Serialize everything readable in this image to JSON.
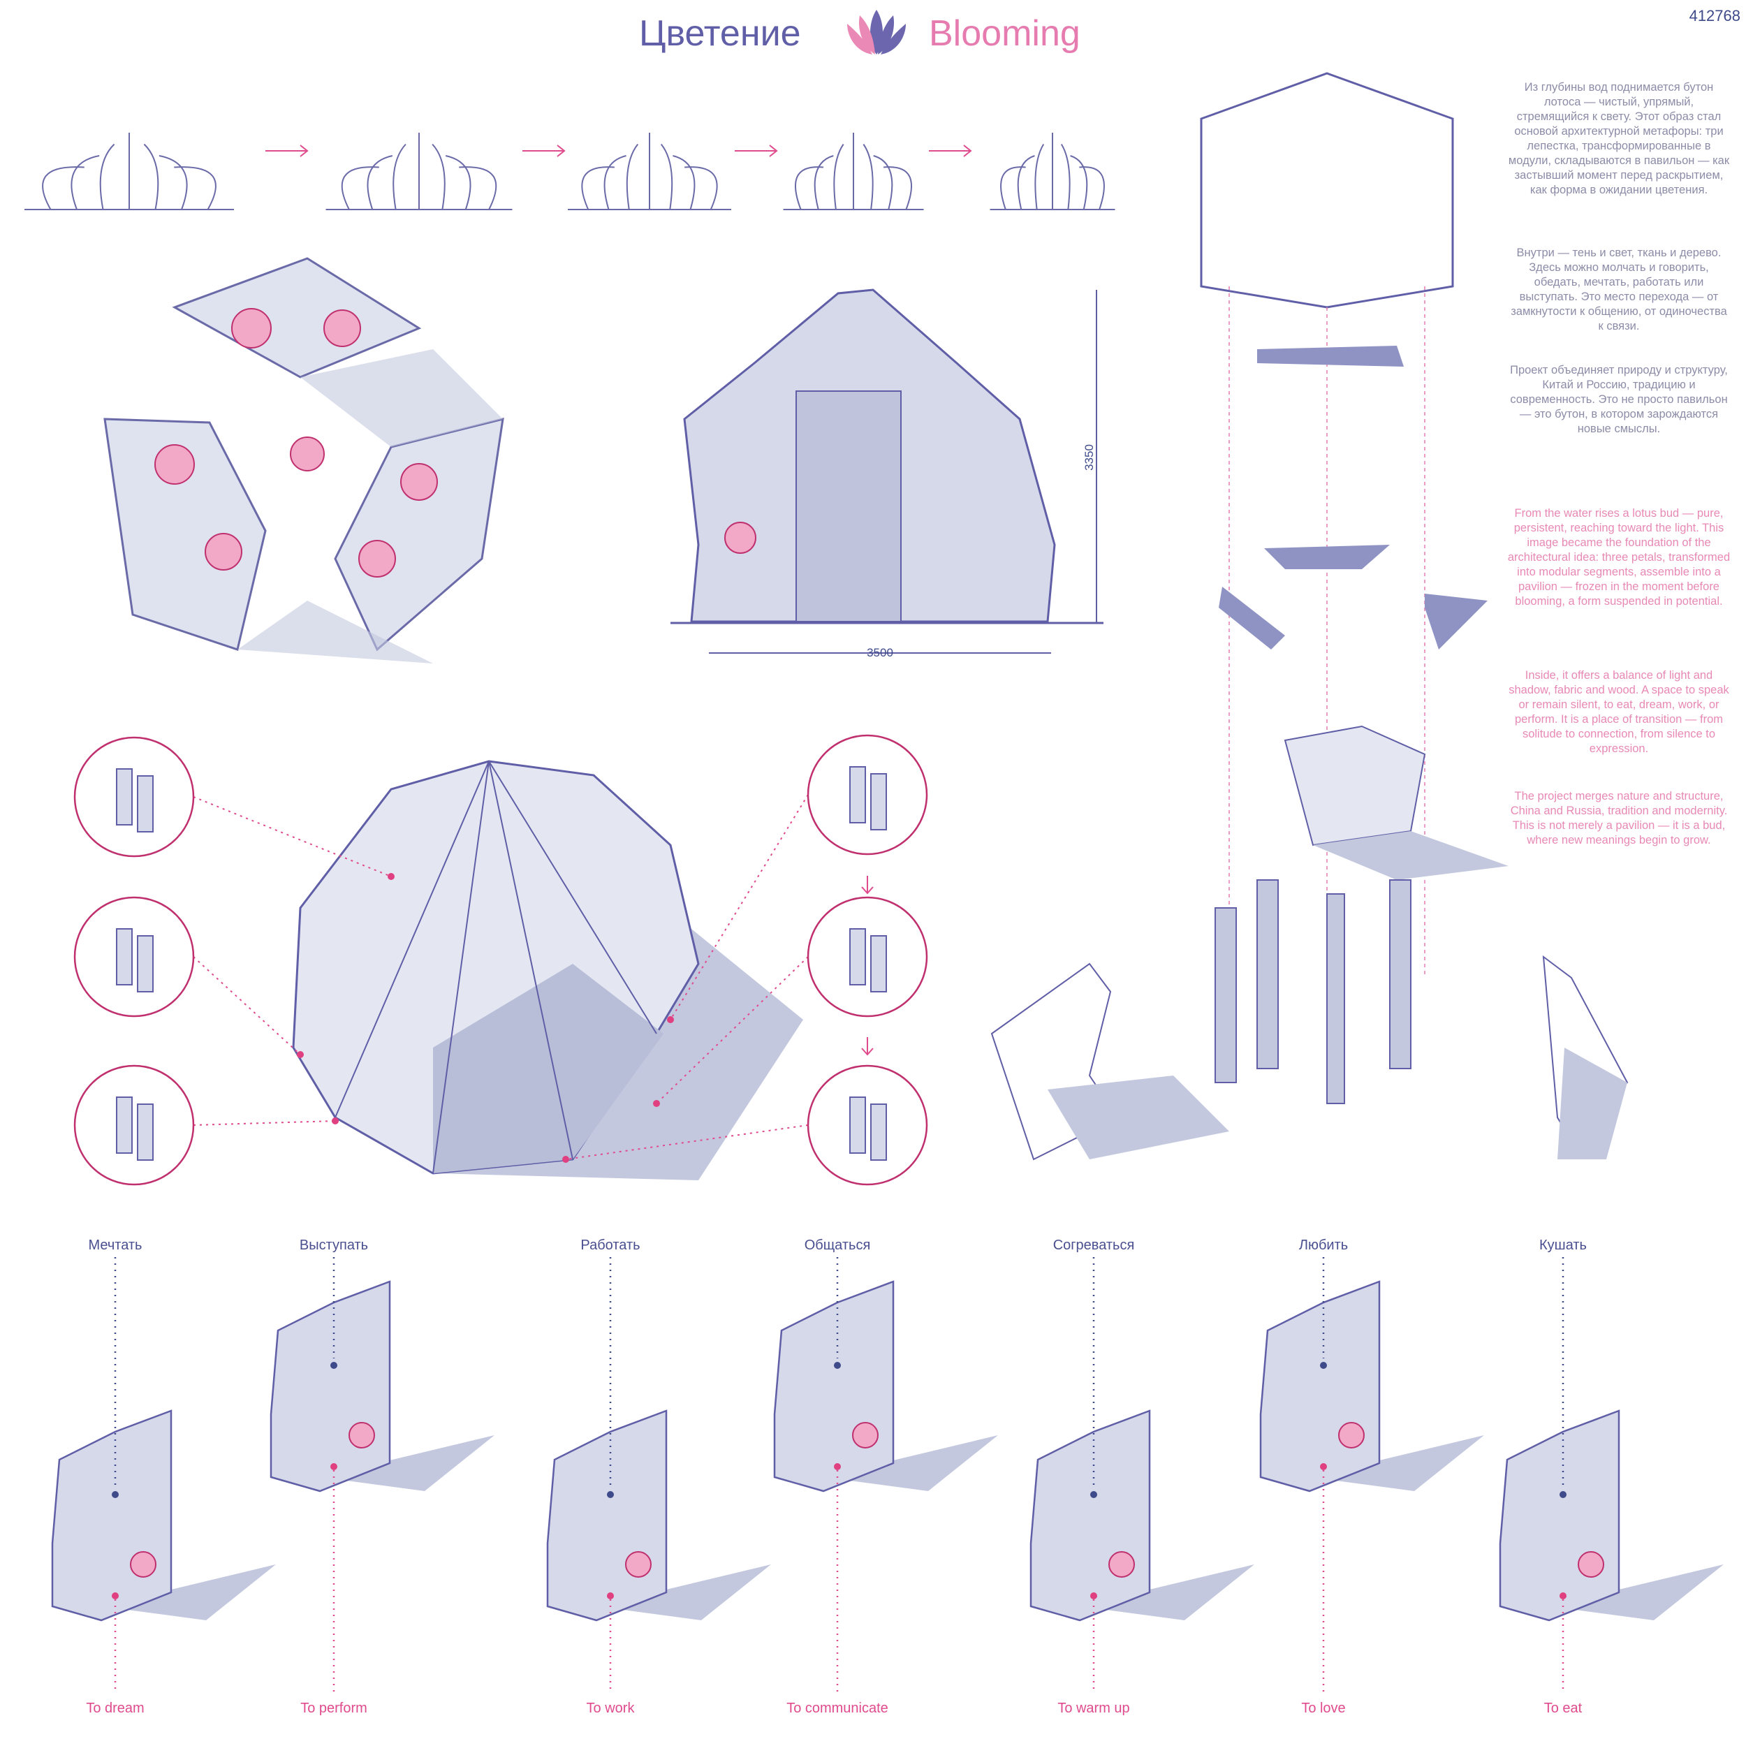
{
  "header": {
    "title_ru": "Цветение",
    "title_en": "Blooming",
    "logo": "lotus-icon",
    "project_code": "412768"
  },
  "colors": {
    "primary": "#5f5ea6",
    "accent": "#e67bb0",
    "marker": "#e0407f",
    "shade": "#c3c8de"
  },
  "dimensions": {
    "height": "3350",
    "width": "3500"
  },
  "description_ru": [
    "Из глубины вод поднимается бутон лотоса — чистый, упрямый, стремящийся к свету. Этот образ стал основой архитектурной метафоры: три лепестка, трансформированные в модули, складываются в павильон — как застывший момент перед раскрытием, как форма в ожидании цветения.",
    "Внутри — тень и свет, ткань и дерево. Здесь можно молчать и говорить, обедать, мечтать, работать или выступать. Это место перехода — от замкнутости к общению, от одиночества к связи.",
    "Проект объединяет природу и структуру, Китай и Россию, традицию и современность. Это не просто павильон — это бутон, в котором зарождаются новые смыслы."
  ],
  "description_en": [
    "From the water rises a lotus bud — pure, persistent, reaching toward the light. This image became the foundation of the architectural idea: three petals, transformed into modular segments, assemble into a pavilion — frozen in the moment before blooming, a form suspended in potential.",
    "Inside, it offers a balance of light and shadow, fabric and wood. A space to speak or remain silent, to eat, dream, work, or perform. It is a place of transition — from solitude to connection, from silence to expression.",
    "The project merges nature and structure, China and Russia, tradition and modernity. This is not merely a pavilion — it is a bud, where new meanings begin to grow."
  ],
  "scenarios": [
    {
      "ru": "Мечтать",
      "en": "To dream"
    },
    {
      "ru": "Выступать",
      "en": "To perform"
    },
    {
      "ru": "Работать",
      "en": "To work"
    },
    {
      "ru": "Общаться",
      "en": "To communicate"
    },
    {
      "ru": "Согреваться",
      "en": "To warm up"
    },
    {
      "ru": "Любить",
      "en": "To love"
    },
    {
      "ru": "Кушать",
      "en": "To eat"
    }
  ]
}
